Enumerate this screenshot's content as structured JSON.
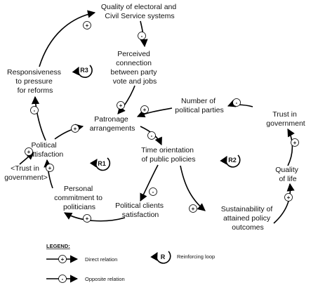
{
  "nodes": {
    "quality_electoral": [
      "Quality of electoral and",
      "Civil Service systems"
    ],
    "perceived_connection": [
      "Perceived",
      "connection",
      "between party",
      "vote and jobs"
    ],
    "responsiveness": [
      "Responsiveness",
      "to pressure",
      "for reforms"
    ],
    "patronage": [
      "Patronage",
      "arrangements"
    ],
    "number_parties": [
      "Number of",
      "political parties"
    ],
    "trust_gov": [
      "Trust in",
      "government"
    ],
    "political_satisfaction": [
      "Political",
      "satisfaction"
    ],
    "trust_in_gov_shadow": [
      "<Trust in",
      "government>"
    ],
    "time_orientation": [
      "Time orientation",
      "of public policies"
    ],
    "quality_life": [
      "Quality",
      "of life"
    ],
    "personal_commitment": [
      "Personal",
      "commitment to",
      "politicians"
    ],
    "clients_satisfaction": [
      "Political clients",
      "satisfaction"
    ],
    "sustainability": [
      "Sustainability of",
      "attained policy",
      "outcomes"
    ]
  },
  "loops": {
    "r1": "R1",
    "r2": "R2",
    "r3": "R3"
  },
  "signs": {
    "plus": "+",
    "minus": "-"
  },
  "legend": {
    "title": "LEGEND:",
    "direct": "Direct relation",
    "opposite": "Opposite relation",
    "reinforcing": "Reinforcing loop",
    "loop_symbol": "R"
  }
}
